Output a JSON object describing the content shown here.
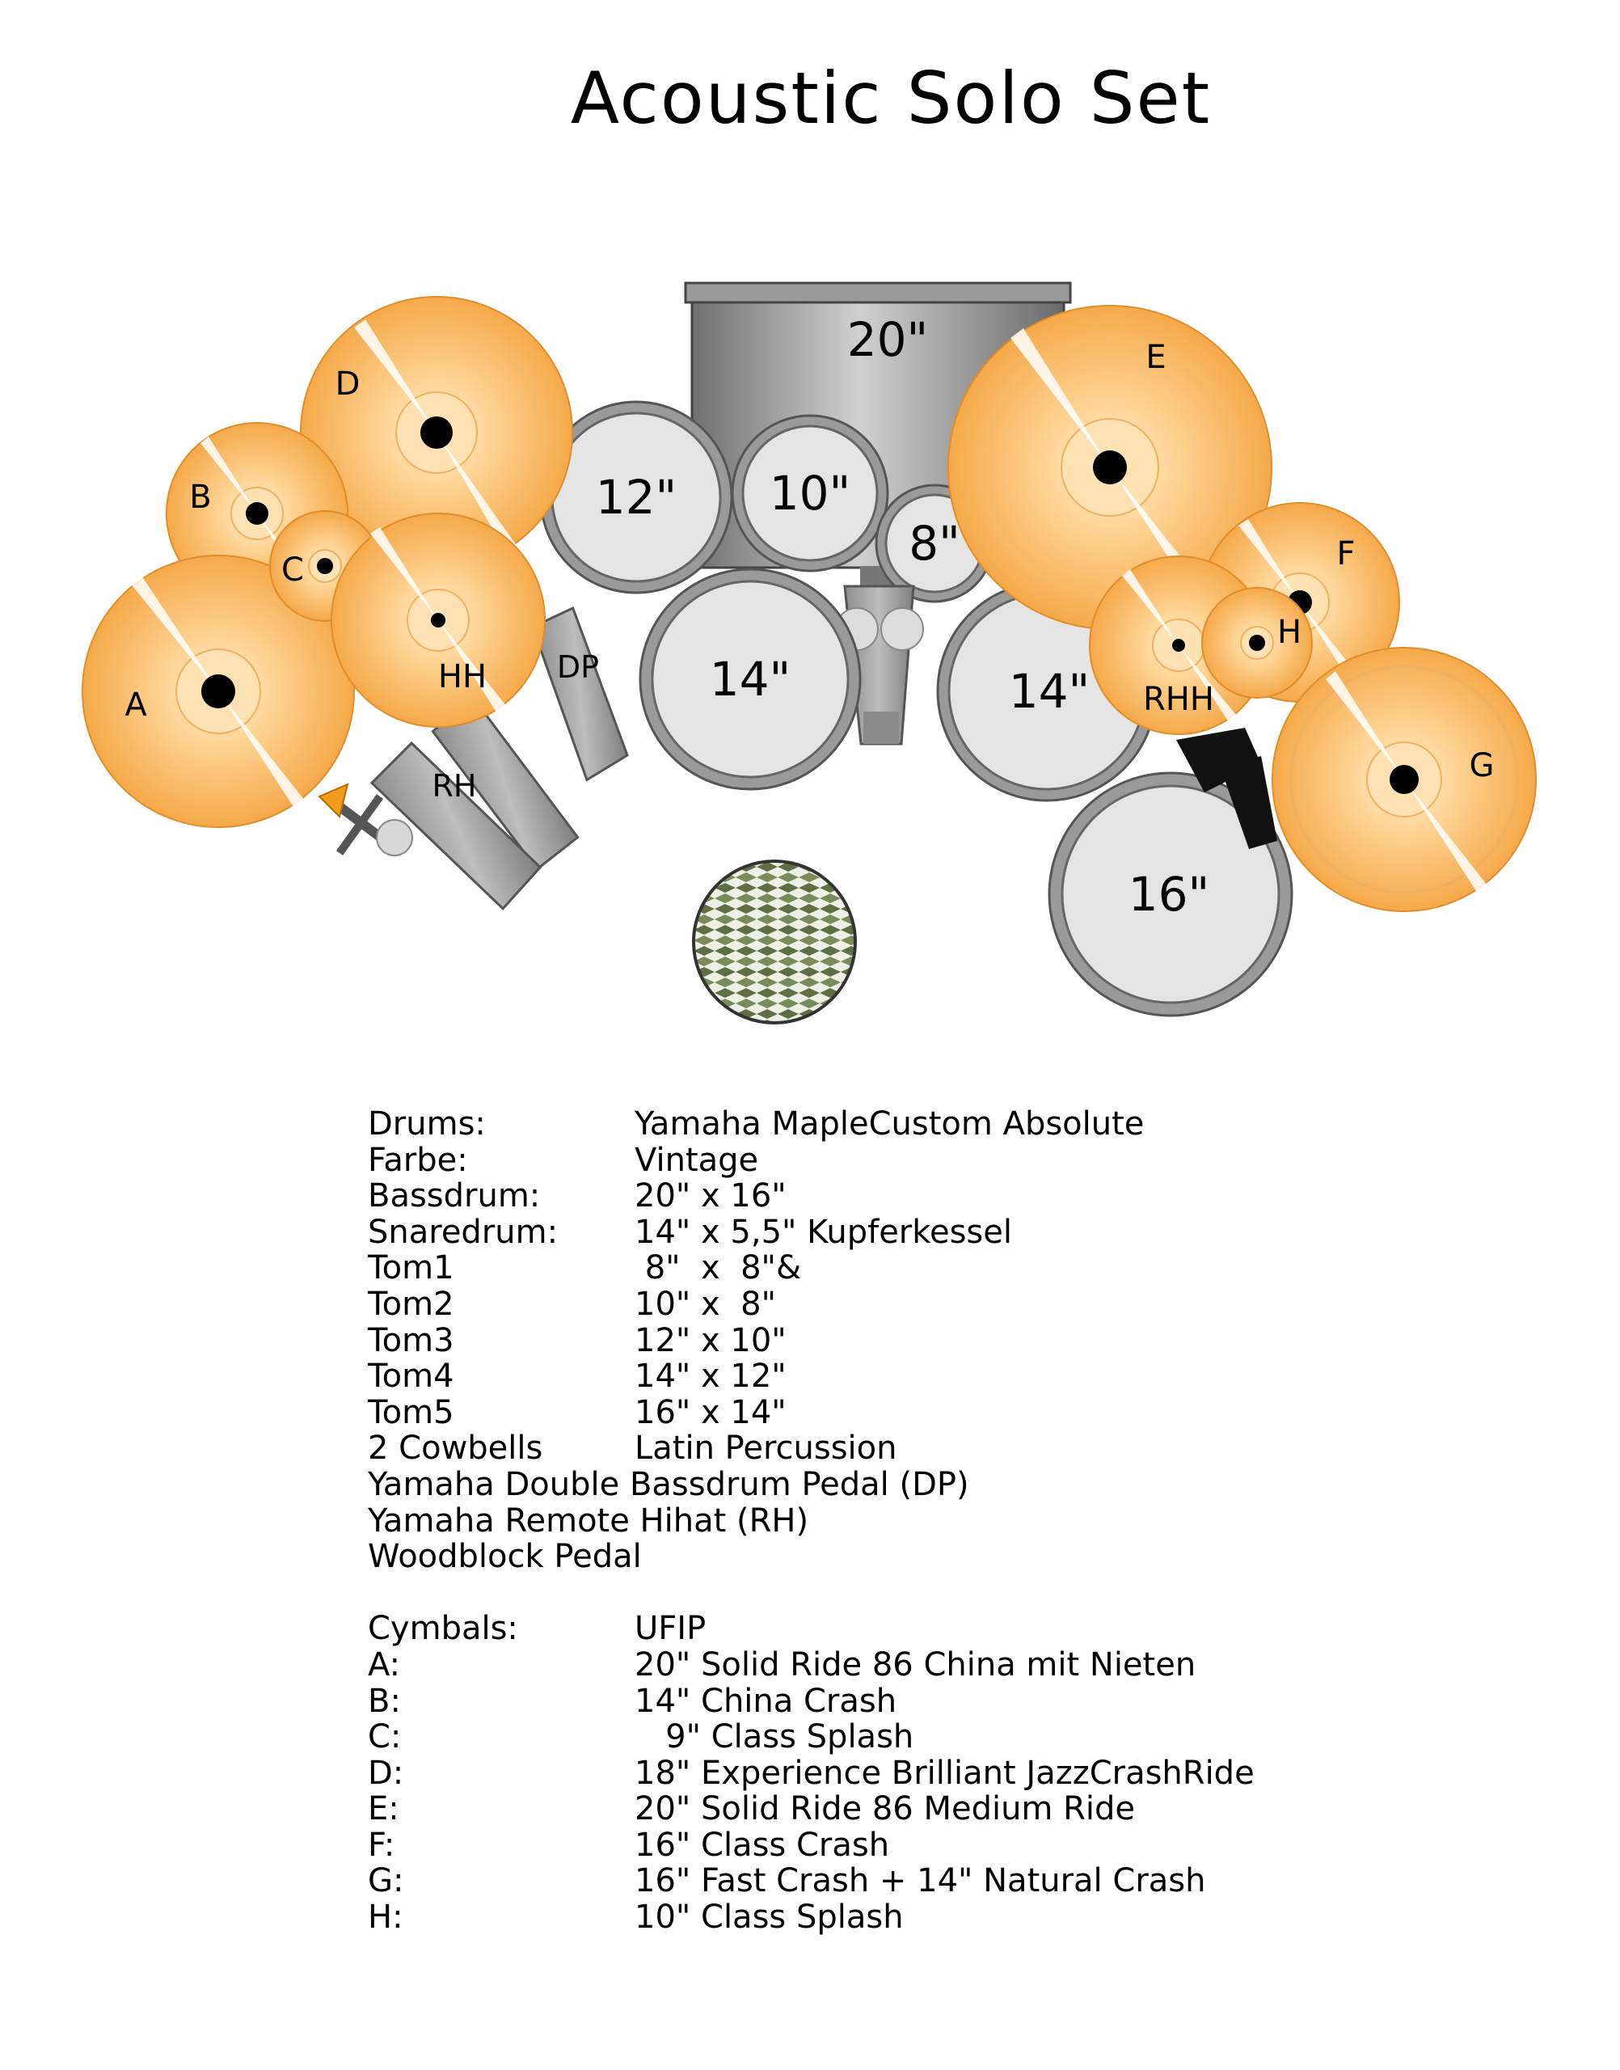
{
  "title": "Acoustic Solo Set",
  "kit": {
    "bassdrum": "20\"",
    "toms": [
      "12\"",
      "10\"",
      "8\"",
      "14\"",
      "14\"",
      "16\""
    ],
    "cymbals": [
      "A",
      "B",
      "C",
      "D",
      "E",
      "F",
      "G",
      "H"
    ],
    "hihats": [
      "HH",
      "RHH"
    ],
    "pedals": [
      "DP",
      "RH"
    ]
  },
  "specs": {
    "drums": [
      {
        "k": "Drums:",
        "v": "Yamaha MapleCustom Absolute"
      },
      {
        "k": "Farbe:",
        "v": "Vintage"
      },
      {
        "k": "Bassdrum:",
        "v": "20\" x 16\""
      },
      {
        "k": "Snaredrum:",
        "v": "14\" x 5,5\" Kupferkessel"
      },
      {
        "k": "Tom1",
        "v": " 8\"  x  8\"&"
      },
      {
        "k": "Tom2",
        "v": "10\" x  8\""
      },
      {
        "k": "Tom3",
        "v": "12\" x 10\""
      },
      {
        "k": "Tom4",
        "v": "14\" x 12\""
      },
      {
        "k": "Tom5",
        "v": "16\" x 14\""
      },
      {
        "k": "2 Cowbells",
        "v": "Latin Percussion"
      }
    ],
    "extras": [
      "Yamaha Double Bassdrum Pedal (DP)",
      "Yamaha Remote Hihat (RH)",
      "Woodblock Pedal"
    ],
    "cymbals": [
      {
        "k": "Cymbals:",
        "v": "UFIP"
      },
      {
        "k": "A:",
        "v": "20\" Solid Ride 86 China mit Nieten"
      },
      {
        "k": "B:",
        "v": "14\" China Crash"
      },
      {
        "k": "C:",
        "v": "   9\" Class Splash"
      },
      {
        "k": "D:",
        "v": "18\" Experience Brilliant JazzCrashRide"
      },
      {
        "k": "E:",
        "v": "20\" Solid Ride 86 Medium Ride"
      },
      {
        "k": "F:",
        "v": "16\" Class Crash"
      },
      {
        "k": "G:",
        "v": "16\" Fast Crash + 14\" Natural Crash"
      },
      {
        "k": "H:",
        "v": "10\" Class Splash"
      }
    ]
  },
  "colors": {
    "cymbal_light": "#ffd79a",
    "cymbal_dark": "#f5a94a",
    "drum_head": "#e4e4e4",
    "drum_rim": "#888888",
    "pedal": "#9a9a9a",
    "seat": "#6b7a4e"
  }
}
